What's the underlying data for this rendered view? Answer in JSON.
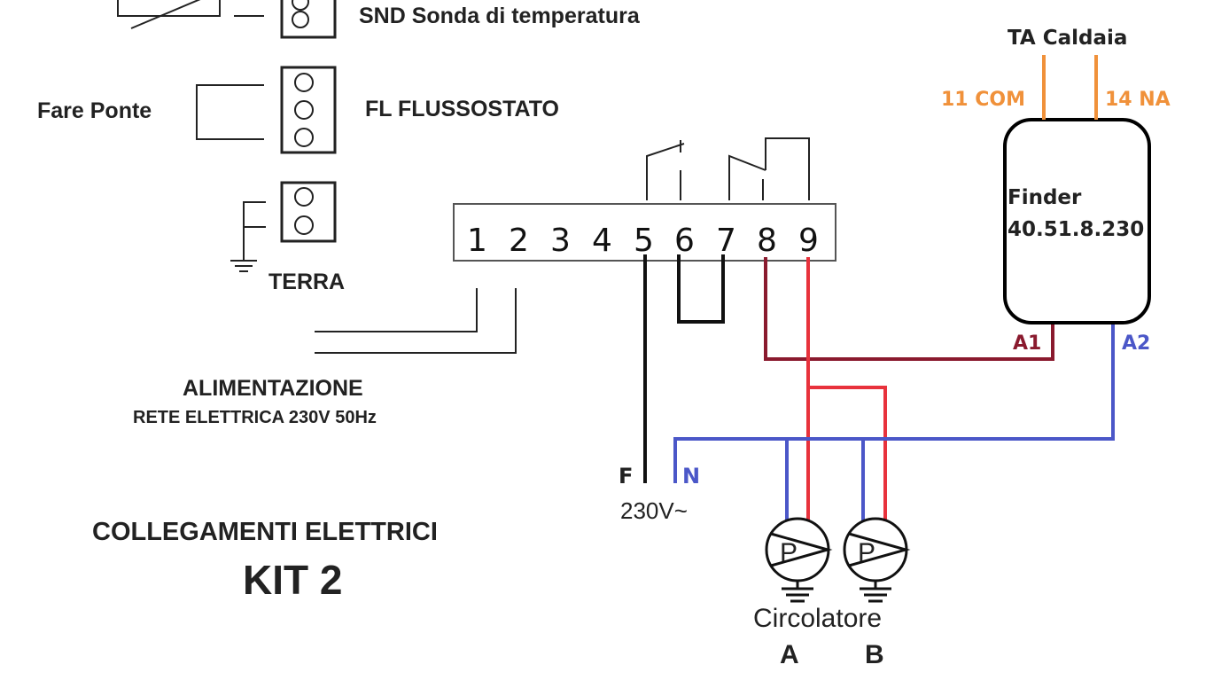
{
  "colors": {
    "ink": "#222222",
    "live_black": "#111111",
    "neutral_blue": "#4b57c8",
    "phase_red": "#e8323c",
    "coil_darkred": "#8a1a2e",
    "ta_orange": "#f0913a"
  },
  "labels": {
    "snd": "SND Sonda di temperatura",
    "fare_ponte": "Fare Ponte",
    "fl": "FL FLUSSOSTATO",
    "terra": "TERRA",
    "alimentazione": "ALIMENTAZIONE",
    "rete": "RETE ELETTRICA 230V 50Hz",
    "collegamenti": "COLLEGAMENTI ELETTRICI",
    "kit": "KIT 2"
  },
  "terminal_block": {
    "numbers": [
      "1",
      "2",
      "3",
      "4",
      "5",
      "6",
      "7",
      "8",
      "9"
    ]
  },
  "relay": {
    "line1": "Finder",
    "line2": "40.51.8.230",
    "coil_a1": "A1",
    "coil_a2": "A2",
    "ta_title": "TA Caldaia",
    "contact_com": "11 COM",
    "contact_na": "14 NA"
  },
  "supply": {
    "phase": "F",
    "neutral": "N",
    "voltage": "230V~"
  },
  "pumps": {
    "symbol": "P",
    "title": "Circolatore",
    "a": "A",
    "b": "B"
  }
}
